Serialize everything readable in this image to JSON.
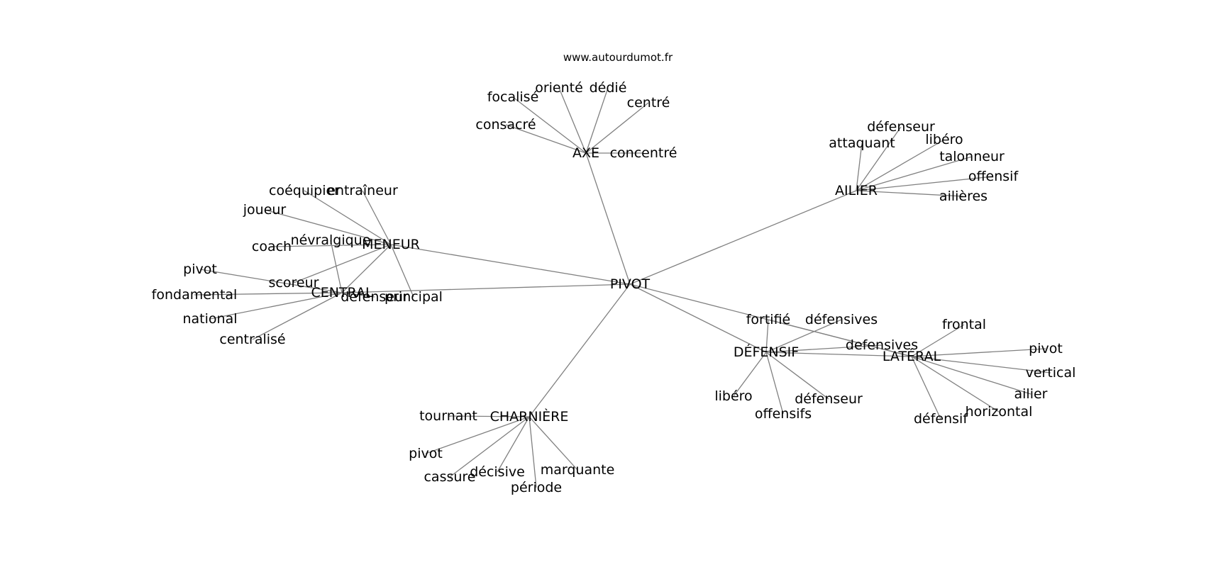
{
  "source": "www.autourdumot.fr",
  "graph": {
    "center": "PIVOT",
    "hubs": [
      {
        "label": "AXE",
        "children": [
          "concentré",
          "centré",
          "dédié",
          "orienté",
          "focalisé",
          "consacré"
        ]
      },
      {
        "label": "AILIER",
        "children": [
          "attaquant",
          "défenseur",
          "libéro",
          "talonneur",
          "offensif",
          "ailières"
        ]
      },
      {
        "label": "MENEUR",
        "children": [
          "entraîneur",
          "coéquipier",
          "joueur",
          "coach",
          "scoreur",
          "principal"
        ]
      },
      {
        "label": "CENTRAL",
        "children": [
          "névralgique",
          "pivot",
          "fondamental",
          "national",
          "centralisé",
          "défenseur"
        ]
      },
      {
        "label": "DÉFENSIF",
        "children": [
          "fortifié",
          "défensives",
          "defensives",
          "libéro",
          "offensifs",
          "défenseur"
        ]
      },
      {
        "label": "LATÉRAL",
        "children": [
          "frontal",
          "pivot",
          "vertical",
          "ailier",
          "horizontal",
          "défensif",
          "fortifié"
        ]
      },
      {
        "label": "CHARNIÈRE",
        "children": [
          "tournant",
          "pivot",
          "cassure",
          "décisive",
          "période",
          "marquante"
        ]
      }
    ]
  }
}
